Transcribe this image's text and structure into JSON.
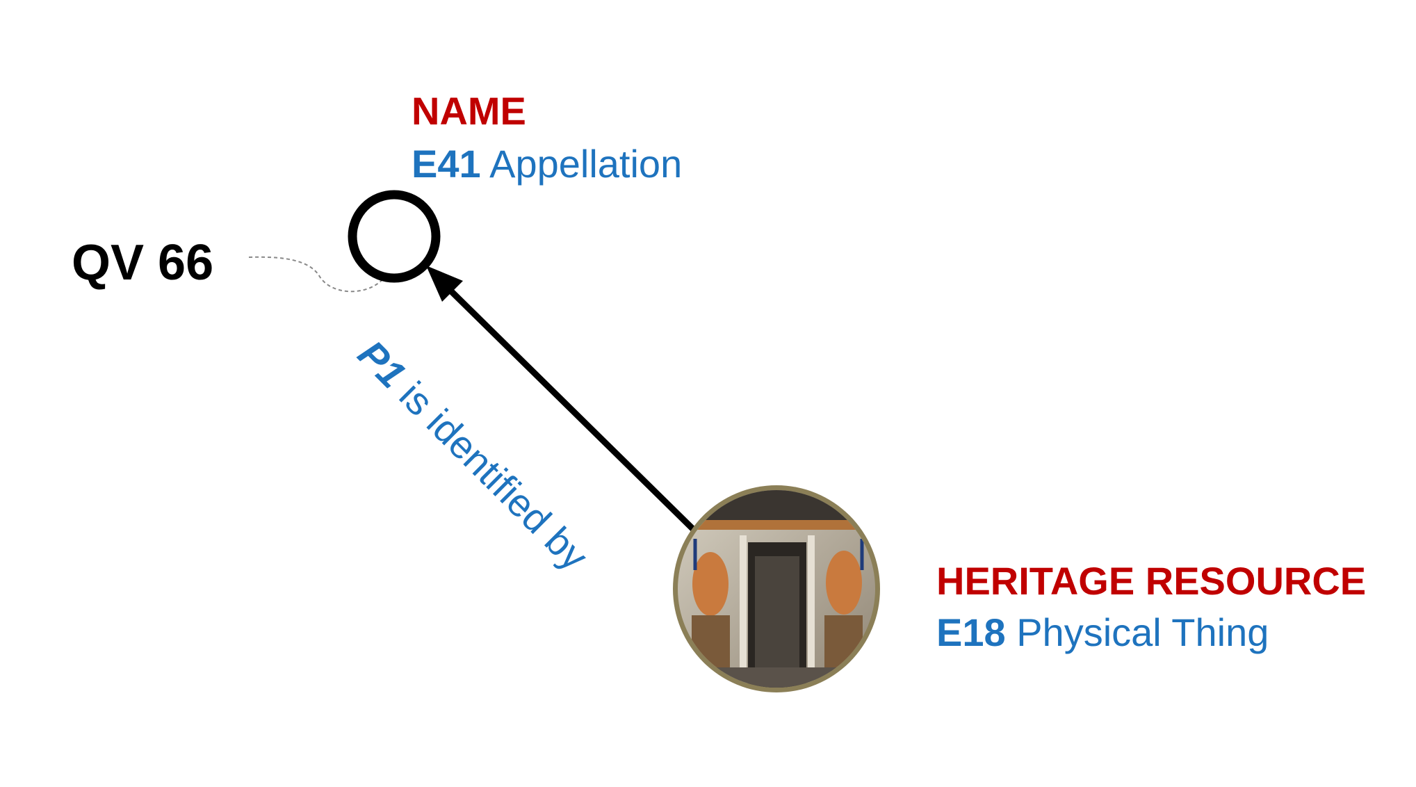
{
  "name_node": {
    "title": "NAME",
    "class_code": "E41",
    "class_name": "Appellation"
  },
  "instance_value": "QV 66",
  "heritage_node": {
    "title": "HERITAGE RESOURCE",
    "class_code": "E18",
    "class_name": "Physical Thing"
  },
  "relation": {
    "code": "P1",
    "label": "is identified by"
  },
  "colors": {
    "title_red": "#c00000",
    "class_blue": "#1e73be",
    "arrow": "#000000",
    "image_ring": "#8b7f57"
  },
  "icons": [
    "appellation-node-circle",
    "heritage-photo-node",
    "connector-arrow"
  ]
}
